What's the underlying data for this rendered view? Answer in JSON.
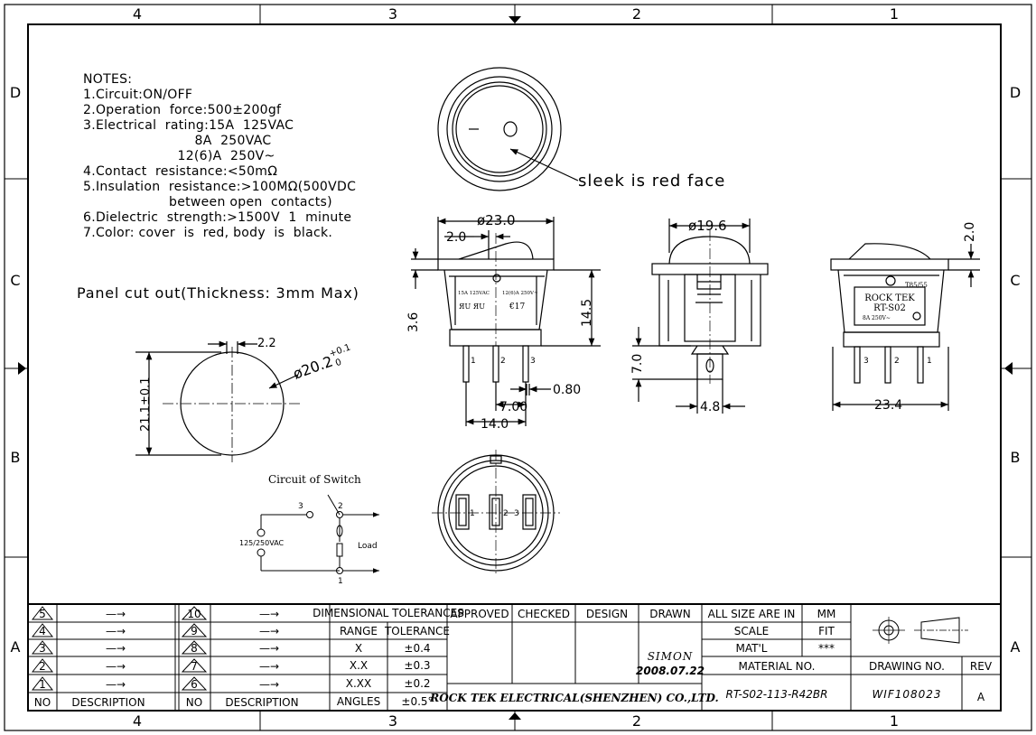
{
  "frame": {
    "columns_top": [
      "4",
      "3",
      "2",
      "1"
    ],
    "columns_bottom": [
      "4",
      "3",
      "2",
      "1"
    ],
    "rows_left": [
      "D",
      "C",
      "B",
      "A"
    ],
    "rows_right": [
      "D",
      "C",
      "B",
      "A"
    ]
  },
  "notes": {
    "heading": "NOTES:",
    "lines": [
      "1.Circuit:ON/OFF",
      "2.Operation  force:500±200gf",
      "3.Electrical  rating:15A  125VAC",
      "                          8A  250VAC",
      "                      12(6)A  250V~",
      "4.Contact  resistance:<50mΩ",
      "5.Insulation  resistance:>100MΩ(500VDC",
      "                    between open  contacts)",
      "6.Dielectric  strength:>1500V  1  minute",
      "7.Color: cover  is  red, body  is  black."
    ]
  },
  "front_view": {
    "callout": "sleek  is  red  face",
    "mark_off": "O",
    "mark_on": "—"
  },
  "panel_cutout": {
    "title": "Panel cut out(Thickness: 3mm Max)",
    "key_width": "2.2",
    "diameter": "ø20.2",
    "diameter_tol": "+0.1",
    "diameter_tol2": "0",
    "height": "21.1±0.1"
  },
  "side_view": {
    "dim_dia": "ø23.0",
    "dim_offset": "2.0",
    "dim_height": "14.5",
    "dim_flange": "3.6",
    "dim_pitch": "7.00",
    "dim_span": "14.0",
    "dim_pin": "0.80",
    "label_rating1": "15A 125VAC",
    "label_rating2": "12(6)A 250V~",
    "label_ul": "ЯU ЯU",
    "label_ce": "€17",
    "pins": [
      "1",
      "2",
      "3"
    ]
  },
  "end_view": {
    "dim_dome": "ø19.6",
    "dim_tail": "7.0",
    "dim_tab": "4.8"
  },
  "rear_view": {
    "dim_top": "2.0",
    "dim_len": "23.4",
    "label_temp": "T85/55",
    "label_brand": "ROCK  TEK",
    "label_model": "RT-S02",
    "label_rating": "8A  250V~",
    "pins": [
      "3",
      "2",
      "1"
    ]
  },
  "bottom_view": {
    "pins": [
      "1",
      "2",
      "3"
    ]
  },
  "circuit": {
    "title": "Circuit of Switch",
    "voltage": "125/250VAC",
    "load": "Load",
    "node_3": "3",
    "node_2": "2",
    "node_1": "1"
  },
  "title_block": {
    "rev_rows_left": [
      "5",
      "4",
      "3",
      "2",
      "1"
    ],
    "rev_rows_right": [
      "10",
      "9",
      "8",
      "7",
      "6"
    ],
    "arrow": "—→",
    "col_no": "NO",
    "col_desc": "DESCRIPTION",
    "dim_tol_title": "DIMENSIONAL  TOLERANCES",
    "tol_head_range": "RANGE",
    "tol_head_tol": "TOLERANCE",
    "tol_rows": [
      {
        "range": "X",
        "tol": "±0.4"
      },
      {
        "range": "X.X",
        "tol": "±0.3"
      },
      {
        "range": "X.XX",
        "tol": "±0.2"
      },
      {
        "range": "ANGLES",
        "tol": "±0.5°"
      }
    ],
    "approved": "APPROVED",
    "checked": "CHECKED",
    "design": "DESIGN",
    "drawn": "DRAWN",
    "drawn_name": "SIMON",
    "drawn_date": "2008.07.22",
    "company": "ROCK TEK ELECTRICAL(SHENZHEN) CO.,LTD.",
    "size_label": "ALL SIZE ARE IN",
    "size_unit": "MM",
    "scale_label": "SCALE",
    "scale_val": "FIT",
    "matl_label": "MAT'L",
    "matl_val": "***",
    "material_no_label": "MATERIAL  NO.",
    "material_no": "RT-S02-113-R42BR",
    "drawing_no_label": "DRAWING NO.",
    "drawing_no": "WIF108023",
    "rev_label": "REV",
    "rev": "A"
  }
}
